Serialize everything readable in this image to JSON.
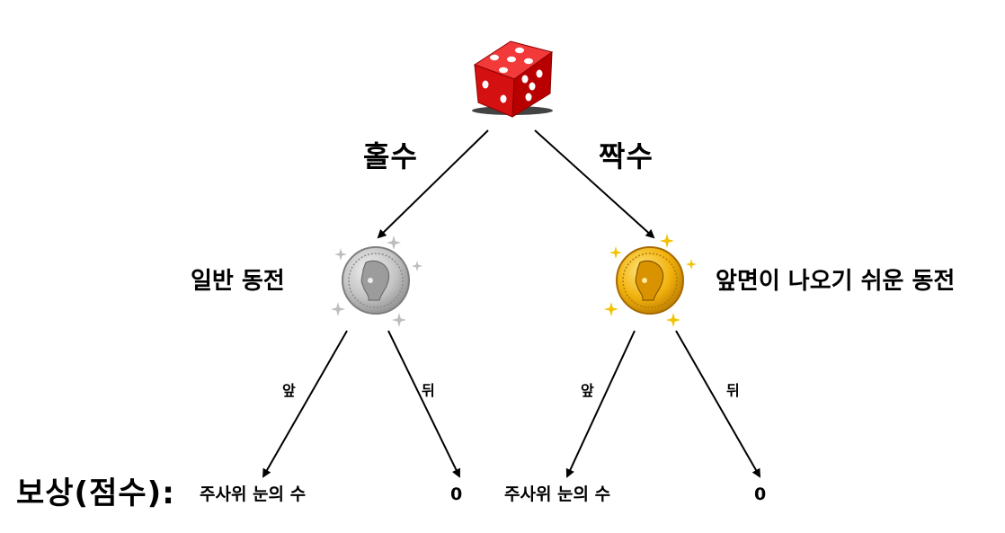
{
  "branches": {
    "odd": "홀수",
    "even": "짝수"
  },
  "coins": {
    "left": {
      "label": "일반 동전",
      "color": "#c4c4c4",
      "icon": "silver-coin-icon"
    },
    "right": {
      "label": "앞면이 나오기 쉬운 동전",
      "color": "#f0b400",
      "icon": "gold-coin-icon"
    }
  },
  "outcomes": {
    "left_heads": "앞",
    "left_tails": "뒤",
    "right_heads": "앞",
    "right_tails": "뒤"
  },
  "rewards": {
    "title": "보상(점수):",
    "left_heads": "주사위 눈의 수",
    "left_tails": "0",
    "right_heads": "주사위 눈의 수",
    "right_tails": "0"
  },
  "die": {
    "icon": "dice-icon",
    "color": "#e01010"
  }
}
